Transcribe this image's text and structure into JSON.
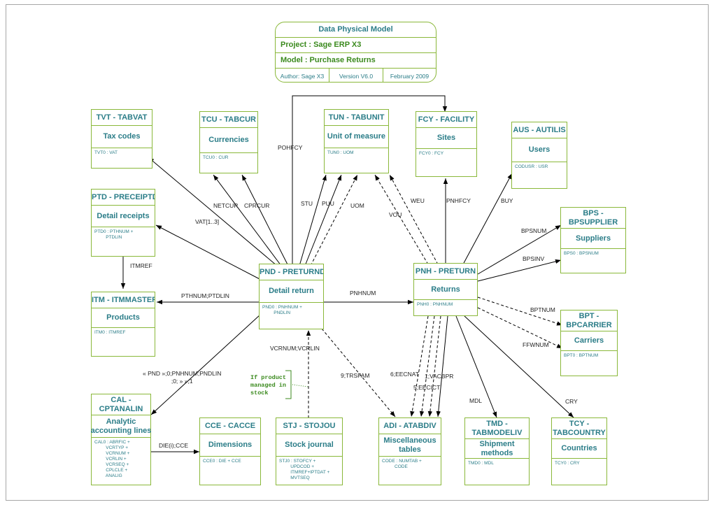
{
  "title_block": {
    "heading": "Data Physical Model",
    "project": "Project : Sage ERP X3",
    "model": "Model   : Purchase Returns",
    "author": "Author: Sage X3",
    "version": "Version V6.0",
    "date": "February 2009"
  },
  "entities": {
    "tvt": {
      "title": "TVT - TABVAT",
      "desc": "Tax codes",
      "keys": "TVT0 : VAT"
    },
    "tcu": {
      "title": "TCU - TABCUR",
      "desc": "Currencies",
      "keys": "TCU0 : CUR"
    },
    "tun": {
      "title": "TUN - TABUNIT",
      "desc": "Unit of measure",
      "keys": "TUN0 : UOM"
    },
    "fcy": {
      "title": "FCY - FACILITY",
      "desc": "Sites",
      "keys": "FCY0 : FCY"
    },
    "aus": {
      "title": "AUS - AUTILIS",
      "desc": "Users",
      "keys": "CODUSR : USR"
    },
    "ptd": {
      "title": "PTD - PRECEIPTD",
      "desc": "Detail receipts",
      "keys": "PTD0 : PTHNUM +\n         PTDLIN"
    },
    "bps": {
      "title": "BPS -\nBPSUPPLIER",
      "desc": "Suppliers",
      "keys": "BPS0 : BPSNUM"
    },
    "itm": {
      "title": "ITM - ITMMASTER",
      "desc": "Products",
      "keys": "ITM0 : ITMREF"
    },
    "pnd": {
      "title": "PND - PRETURND",
      "desc": "Detail return",
      "keys": "PND0 : PNHNUM +\n         PNDLIN"
    },
    "pnh": {
      "title": "PNH - PRETURN",
      "desc": "Returns",
      "keys": "PNH0 : PNHNUM"
    },
    "bpt": {
      "title": "BPT -\nBPCARRIER",
      "desc": "Carriers",
      "keys": "BPT0 : BPTNUM"
    },
    "cal": {
      "title": "CAL -\nCPTANALIN",
      "desc": "Analytic\naccounting lines",
      "keys": "CAL0 : ABRFIC +\n         VCRTYP +\n         VCRNUM +\n         VCRLIN +\n         VCRSEQ +\n         CPLCLE +\n         ANALIG"
    },
    "cce": {
      "title": "CCE - CACCE",
      "desc": "Dimensions",
      "keys": "CCE0 : DIE + CCE"
    },
    "stj": {
      "title": "STJ - STOJOU",
      "desc": "Stock journal",
      "keys": "STJ0 : STOFCY +\n         UPDCOD +\n         ITMREF+IPTDAT +\n         MVTSEQ"
    },
    "adi": {
      "title": "ADI - ATABDIV",
      "desc": "Miscellaneous\ntables",
      "keys": "CODE : NUMTAB +\n          CODE"
    },
    "tmd": {
      "title": "TMD -\nTABMODELIV",
      "desc": "Shipment\nmethods",
      "keys": "TMD0 : MDL"
    },
    "tcy": {
      "title": "TCY -\nTABCOUNTRY",
      "desc": "Countries",
      "keys": "TCY0 : CRY"
    }
  },
  "link_labels": {
    "pohfcy": "POHFCY",
    "vat": "VAT[1..3]",
    "netcur": "NETCUR",
    "cprcur": "CPRCUR",
    "stu": "STU",
    "puu": "PUU",
    "uom": "UOM",
    "vou": "VOU",
    "weu": "WEU",
    "pnhfcy": "PNHFCY",
    "buy": "BUY",
    "itmref": "ITMREF",
    "pthnum": "PTHNUM;PTDLIN",
    "pnhnum": "PNHNUM",
    "bpsnum": "BPSNUM",
    "bpsinv": "BPSINV",
    "bptnum": "BPTNUM",
    "fwnum": "FFWNUM",
    "vcrnum": "VCRNUM;VCRLIN",
    "cal_link": "« PND »;0;PNHNUM;PNDLIN\n;0; » »;1",
    "trsfam": "9;TRSFAM",
    "eecnat": "6;EECNAT",
    "vacbpr": "1;VACBPR",
    "eecict": "5;EECICT",
    "mdl": "MDL",
    "cry": "CRY",
    "diecce": "DIE(i);CCE"
  },
  "note": "If product\nmanaged in\nstock"
}
